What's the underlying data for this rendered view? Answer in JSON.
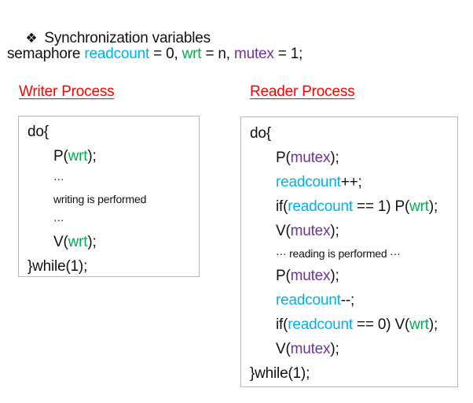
{
  "colors": {
    "black": "#111111",
    "cyan": "#00B0F0",
    "green": "#00B050",
    "purple": "#7030A0",
    "red": "#FF0000",
    "box_border": "#B8B8B8"
  },
  "title": {
    "bullet": "❖",
    "text": "Synchronization variables"
  },
  "declaration": {
    "segments": [
      {
        "t": "semaphore ",
        "c": "black"
      },
      {
        "t": "readcount",
        "c": "cyan"
      },
      {
        "t": " = 0, ",
        "c": "black"
      },
      {
        "t": "wrt",
        "c": "green"
      },
      {
        "t": " = n, ",
        "c": "black"
      },
      {
        "t": "mutex",
        "c": "purple"
      },
      {
        "t": " = 1;",
        "c": "black"
      }
    ]
  },
  "writer": {
    "heading": "Writer Process",
    "lines": [
      {
        "indent": 0,
        "size": "normal",
        "segments": [
          {
            "t": "do{",
            "c": "black"
          }
        ]
      },
      {
        "indent": 1,
        "size": "normal",
        "segments": [
          {
            "t": "P(",
            "c": "black"
          },
          {
            "t": "wrt",
            "c": "green"
          },
          {
            "t": ");",
            "c": "black"
          }
        ]
      },
      {
        "indent": 1,
        "size": "small",
        "segments": [
          {
            "t": "···",
            "c": "black"
          }
        ]
      },
      {
        "indent": 1,
        "size": "small",
        "segments": [
          {
            "t": "writing is performed",
            "c": "black"
          }
        ]
      },
      {
        "indent": 1,
        "size": "small",
        "segments": [
          {
            "t": "···",
            "c": "black"
          }
        ]
      },
      {
        "indent": 1,
        "size": "normal",
        "segments": [
          {
            "t": "V(",
            "c": "black"
          },
          {
            "t": "wrt",
            "c": "green"
          },
          {
            "t": ");",
            "c": "black"
          }
        ]
      },
      {
        "indent": 0,
        "size": "normal",
        "segments": [
          {
            "t": "}while(1);",
            "c": "black"
          }
        ]
      }
    ]
  },
  "reader": {
    "heading": "Reader Process",
    "lines": [
      {
        "indent": 0,
        "size": "normal",
        "segments": [
          {
            "t": "do{",
            "c": "black"
          }
        ]
      },
      {
        "indent": 1,
        "size": "normal",
        "segments": [
          {
            "t": "P(",
            "c": "black"
          },
          {
            "t": "mutex",
            "c": "purple"
          },
          {
            "t": ");",
            "c": "black"
          }
        ]
      },
      {
        "indent": 1,
        "size": "normal",
        "segments": [
          {
            "t": "readcount",
            "c": "cyan"
          },
          {
            "t": "++;",
            "c": "black"
          }
        ]
      },
      {
        "indent": 1,
        "size": "normal",
        "segments": [
          {
            "t": "if(",
            "c": "black"
          },
          {
            "t": "readcount",
            "c": "cyan"
          },
          {
            "t": " == 1) P(",
            "c": "black"
          },
          {
            "t": "wrt",
            "c": "green"
          },
          {
            "t": ");",
            "c": "black"
          }
        ]
      },
      {
        "indent": 1,
        "size": "normal",
        "segments": [
          {
            "t": "V(",
            "c": "black"
          },
          {
            "t": "mutex",
            "c": "purple"
          },
          {
            "t": ");",
            "c": "black"
          }
        ]
      },
      {
        "indent": 1,
        "size": "small",
        "segments": [
          {
            "t": "··· reading is performed ···",
            "c": "black"
          }
        ]
      },
      {
        "indent": 1,
        "size": "normal",
        "segments": [
          {
            "t": "P(",
            "c": "black"
          },
          {
            "t": "mutex",
            "c": "purple"
          },
          {
            "t": ");",
            "c": "black"
          }
        ]
      },
      {
        "indent": 1,
        "size": "normal",
        "segments": [
          {
            "t": "readcount",
            "c": "cyan"
          },
          {
            "t": "--;",
            "c": "black"
          }
        ]
      },
      {
        "indent": 1,
        "size": "normal",
        "segments": [
          {
            "t": "if(",
            "c": "black"
          },
          {
            "t": "readcount",
            "c": "cyan"
          },
          {
            "t": " == 0) V(",
            "c": "black"
          },
          {
            "t": "wrt",
            "c": "green"
          },
          {
            "t": ");",
            "c": "black"
          }
        ]
      },
      {
        "indent": 1,
        "size": "normal",
        "segments": [
          {
            "t": "V(",
            "c": "black"
          },
          {
            "t": "mutex",
            "c": "purple"
          },
          {
            "t": ");",
            "c": "black"
          }
        ]
      },
      {
        "indent": 0,
        "size": "normal",
        "segments": [
          {
            "t": "}while(1);",
            "c": "black"
          }
        ]
      }
    ]
  }
}
